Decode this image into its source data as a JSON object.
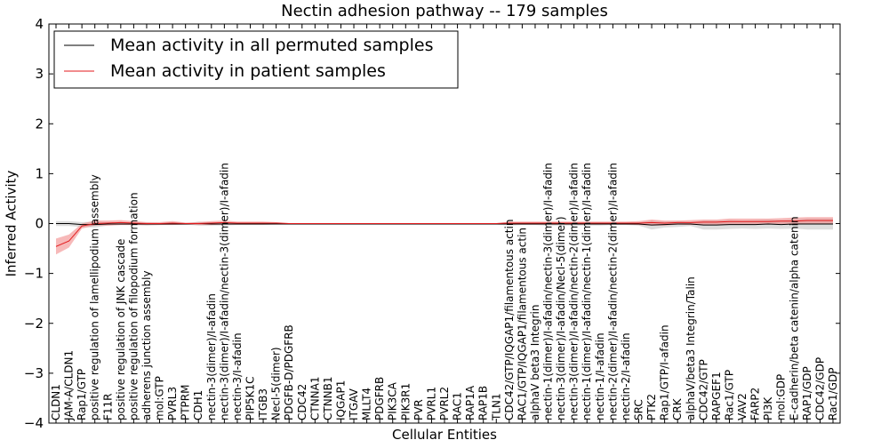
{
  "chart_data": {
    "type": "line",
    "title": "Nectin adhesion pathway -- 179 samples",
    "xlabel": "Cellular Entities",
    "ylabel": "Inferred Activity",
    "ylim": [
      -4,
      4
    ],
    "yticks": [
      -4,
      -3,
      -2,
      -1,
      0,
      1,
      2,
      3,
      4
    ],
    "ytick_labels": [
      "−4",
      "−3",
      "−2",
      "−1",
      "0",
      "1",
      "2",
      "3",
      "4"
    ],
    "grid": false,
    "legend_position": "top-left",
    "categories": [
      "CLDN1",
      "JAM-A/CLDN1",
      "Rap1/GTP",
      "positive regulation of lamellipodium assembly",
      "F11R",
      "positive regulation of JNK cascade",
      "positive regulation of filopodium formation",
      "adherens junction assembly",
      "mol:GTP",
      "PVRL3",
      "PTPRM",
      "CDH1",
      "nectin-3(dimer)/I-afadin",
      "nectin-3(dimer)/I-afadin/nectin-3(dimer)/I-afadin",
      "nectin-3/I-afadin",
      "PIP5K1C",
      "ITGB3",
      "Necl-5(dimer)",
      "PDGFB-D/PDGFRB",
      "CDC42",
      "CTNNA1",
      "CTNNB1",
      "IQGAP1",
      "ITGAV",
      "MLLT4",
      "PDGFRB",
      "PIK3CA",
      "PIK3R1",
      "PVR",
      "PVRL1",
      "PVRL2",
      "RAC1",
      "RAP1A",
      "RAP1B",
      "TLN1",
      "CDC42/GTP/IQGAP1/filamentous actin",
      "RAC1/GTP/IQGAP1/filamentous actin",
      "alphaV beta3 Integrin",
      "nectin-1(dimer)/I-afadin/nectin-3(dimer)/I-afadin",
      "nectin-3(dimer)/I-afadin/Necl-5(dimer)",
      "nectin-3(dimer)/I-afadin/nectin-2(dimer)/I-afadin",
      "nectin-1(dimer)/I-afadin/nectin-1(dimer)/I-afadin",
      "nectin-1/I-afadin",
      "nectin-2(dimer)/I-afadin/nectin-2(dimer)/I-afadin",
      "nectin-2/I-afadin",
      "SRC",
      "PTK2",
      "Rap1/GTP/I-afadin",
      "CRK",
      "alphaV/beta3 Integrin/Talin",
      "CDC42/GTP",
      "RAPGEF1",
      "Rac1/GTP",
      "VAV2",
      "FARP2",
      "PI3K",
      "mol:GDP",
      "E-cadherin/beta catenin/alpha catenin",
      "RAP1/GDP",
      "CDC42/GDP",
      "Rac1/GDP"
    ],
    "series": [
      {
        "name": "Mean activity in all permuted samples",
        "color": "#000000",
        "band_color": "#b3b3b3",
        "values": [
          0.0,
          0.0,
          -0.02,
          -0.02,
          -0.01,
          -0.01,
          -0.01,
          -0.01,
          -0.01,
          -0.01,
          -0.01,
          0.0,
          -0.01,
          -0.01,
          -0.01,
          -0.01,
          -0.01,
          -0.01,
          -0.01,
          -0.01,
          -0.01,
          -0.01,
          -0.01,
          -0.01,
          -0.01,
          -0.01,
          -0.01,
          -0.01,
          -0.01,
          -0.01,
          -0.01,
          -0.01,
          -0.01,
          -0.01,
          -0.01,
          -0.01,
          -0.01,
          -0.01,
          -0.01,
          -0.01,
          -0.01,
          -0.01,
          -0.01,
          -0.01,
          -0.01,
          -0.01,
          -0.03,
          -0.02,
          -0.01,
          -0.01,
          -0.03,
          -0.03,
          -0.02,
          -0.02,
          -0.02,
          -0.01,
          -0.02,
          -0.01,
          -0.01,
          -0.01,
          -0.01
        ],
        "lower": [
          -0.05,
          -0.05,
          -0.07,
          -0.08,
          -0.04,
          -0.03,
          -0.03,
          -0.04,
          -0.03,
          -0.02,
          -0.02,
          -0.04,
          -0.04,
          -0.04,
          -0.03,
          -0.03,
          -0.03,
          -0.02,
          -0.02,
          -0.02,
          -0.02,
          -0.02,
          -0.02,
          -0.02,
          -0.02,
          -0.02,
          -0.02,
          -0.02,
          -0.02,
          -0.02,
          -0.02,
          -0.02,
          -0.02,
          -0.02,
          -0.02,
          -0.04,
          -0.03,
          -0.03,
          -0.04,
          -0.04,
          -0.04,
          -0.04,
          -0.04,
          -0.03,
          -0.03,
          -0.04,
          -0.12,
          -0.08,
          -0.07,
          -0.05,
          -0.12,
          -0.12,
          -0.11,
          -0.1,
          -0.11,
          -0.1,
          -0.11,
          -0.1,
          -0.12,
          -0.12,
          -0.12
        ],
        "upper": [
          0.05,
          0.05,
          0.03,
          0.04,
          0.02,
          0.01,
          0.01,
          0.02,
          0.01,
          0.0,
          0.0,
          0.04,
          0.02,
          0.02,
          0.01,
          0.01,
          0.01,
          0.0,
          0.0,
          0.0,
          0.0,
          0.0,
          0.0,
          0.0,
          0.0,
          0.0,
          0.0,
          0.0,
          0.0,
          0.0,
          0.0,
          0.0,
          0.0,
          0.0,
          0.0,
          0.02,
          0.01,
          0.01,
          0.02,
          0.02,
          0.02,
          0.02,
          0.02,
          0.01,
          0.01,
          0.02,
          0.06,
          0.04,
          0.05,
          0.03,
          0.06,
          0.06,
          0.07,
          0.06,
          0.07,
          0.08,
          0.07,
          0.08,
          0.1,
          0.1,
          0.1
        ]
      },
      {
        "name": "Mean activity in patient samples",
        "color": "#e31a1c",
        "band_color": "#f08080",
        "values": [
          -0.46,
          -0.35,
          -0.05,
          0.0,
          0.01,
          0.02,
          0.01,
          0.0,
          0.0,
          0.01,
          0.0,
          0.0,
          0.01,
          0.02,
          0.01,
          0.01,
          0.01,
          0.01,
          0.0,
          0.0,
          0.0,
          0.0,
          0.0,
          0.0,
          0.0,
          0.0,
          0.0,
          0.0,
          0.0,
          0.0,
          0.0,
          0.0,
          0.0,
          0.0,
          0.0,
          0.01,
          0.01,
          0.01,
          0.01,
          0.01,
          0.01,
          0.01,
          0.01,
          0.01,
          0.01,
          0.01,
          0.02,
          0.01,
          0.02,
          0.02,
          0.03,
          0.03,
          0.04,
          0.04,
          0.04,
          0.04,
          0.05,
          0.05,
          0.06,
          0.06,
          0.06
        ],
        "lower": [
          -0.62,
          -0.48,
          -0.1,
          -0.04,
          -0.04,
          -0.03,
          -0.03,
          -0.03,
          -0.03,
          -0.03,
          -0.02,
          -0.03,
          -0.03,
          -0.02,
          -0.02,
          -0.02,
          -0.02,
          -0.01,
          -0.01,
          -0.01,
          -0.01,
          -0.01,
          -0.01,
          -0.01,
          -0.01,
          -0.01,
          -0.01,
          -0.01,
          -0.01,
          -0.01,
          -0.01,
          -0.01,
          -0.01,
          -0.01,
          -0.01,
          -0.02,
          -0.02,
          -0.02,
          -0.02,
          -0.02,
          -0.02,
          -0.02,
          -0.02,
          -0.02,
          -0.02,
          -0.03,
          -0.04,
          -0.04,
          -0.02,
          -0.03,
          -0.02,
          -0.02,
          -0.02,
          -0.02,
          -0.02,
          -0.02,
          -0.01,
          -0.02,
          -0.01,
          -0.01,
          -0.01
        ],
        "upper": [
          -0.3,
          -0.22,
          0.0,
          0.06,
          0.06,
          0.07,
          0.05,
          0.03,
          0.03,
          0.05,
          0.02,
          0.03,
          0.05,
          0.06,
          0.04,
          0.04,
          0.04,
          0.03,
          0.01,
          0.01,
          0.01,
          0.01,
          0.01,
          0.01,
          0.01,
          0.01,
          0.01,
          0.01,
          0.01,
          0.01,
          0.01,
          0.01,
          0.01,
          0.01,
          0.01,
          0.04,
          0.04,
          0.04,
          0.04,
          0.04,
          0.04,
          0.04,
          0.04,
          0.04,
          0.04,
          0.05,
          0.08,
          0.06,
          0.06,
          0.07,
          0.08,
          0.08,
          0.1,
          0.1,
          0.1,
          0.1,
          0.11,
          0.12,
          0.13,
          0.13,
          0.13
        ]
      }
    ]
  }
}
